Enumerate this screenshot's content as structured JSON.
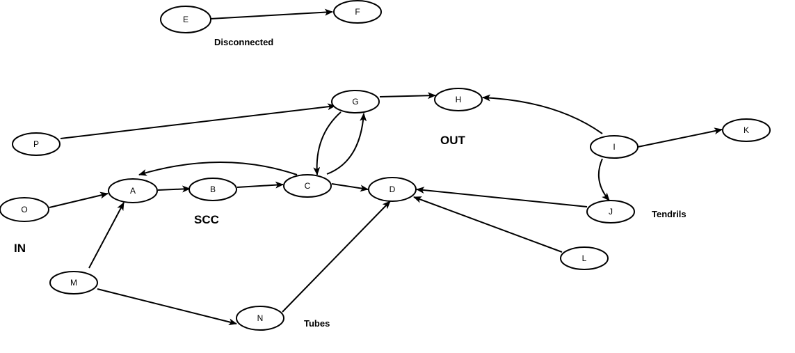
{
  "diagram": {
    "nodes": [
      {
        "id": "E",
        "label": "E"
      },
      {
        "id": "F",
        "label": "F"
      },
      {
        "id": "G",
        "label": "G"
      },
      {
        "id": "H",
        "label": "H"
      },
      {
        "id": "P",
        "label": "P"
      },
      {
        "id": "I",
        "label": "I"
      },
      {
        "id": "K",
        "label": "K"
      },
      {
        "id": "O",
        "label": "O"
      },
      {
        "id": "A",
        "label": "A"
      },
      {
        "id": "B",
        "label": "B"
      },
      {
        "id": "C",
        "label": "C"
      },
      {
        "id": "D",
        "label": "D"
      },
      {
        "id": "J",
        "label": "J"
      },
      {
        "id": "L",
        "label": "L"
      },
      {
        "id": "M",
        "label": "M"
      },
      {
        "id": "N",
        "label": "N"
      }
    ],
    "edges": [
      {
        "from": "E",
        "to": "F"
      },
      {
        "from": "G",
        "to": "H"
      },
      {
        "from": "I",
        "to": "H"
      },
      {
        "from": "P",
        "to": "G"
      },
      {
        "from": "G",
        "to": "C"
      },
      {
        "from": "C",
        "to": "G"
      },
      {
        "from": "I",
        "to": "K"
      },
      {
        "from": "I",
        "to": "J"
      },
      {
        "from": "C",
        "to": "A"
      },
      {
        "from": "A",
        "to": "B"
      },
      {
        "from": "B",
        "to": "C"
      },
      {
        "from": "C",
        "to": "D"
      },
      {
        "from": "O",
        "to": "A"
      },
      {
        "from": "J",
        "to": "D"
      },
      {
        "from": "L",
        "to": "D"
      },
      {
        "from": "M",
        "to": "A"
      },
      {
        "from": "M",
        "to": "N"
      },
      {
        "from": "N",
        "to": "D"
      }
    ],
    "region_labels": {
      "disconnected": "Disconnected",
      "out": "OUT",
      "tendrils": "Tendrils",
      "scc": "SCC",
      "in": "IN",
      "tubes": "Tubes"
    }
  }
}
